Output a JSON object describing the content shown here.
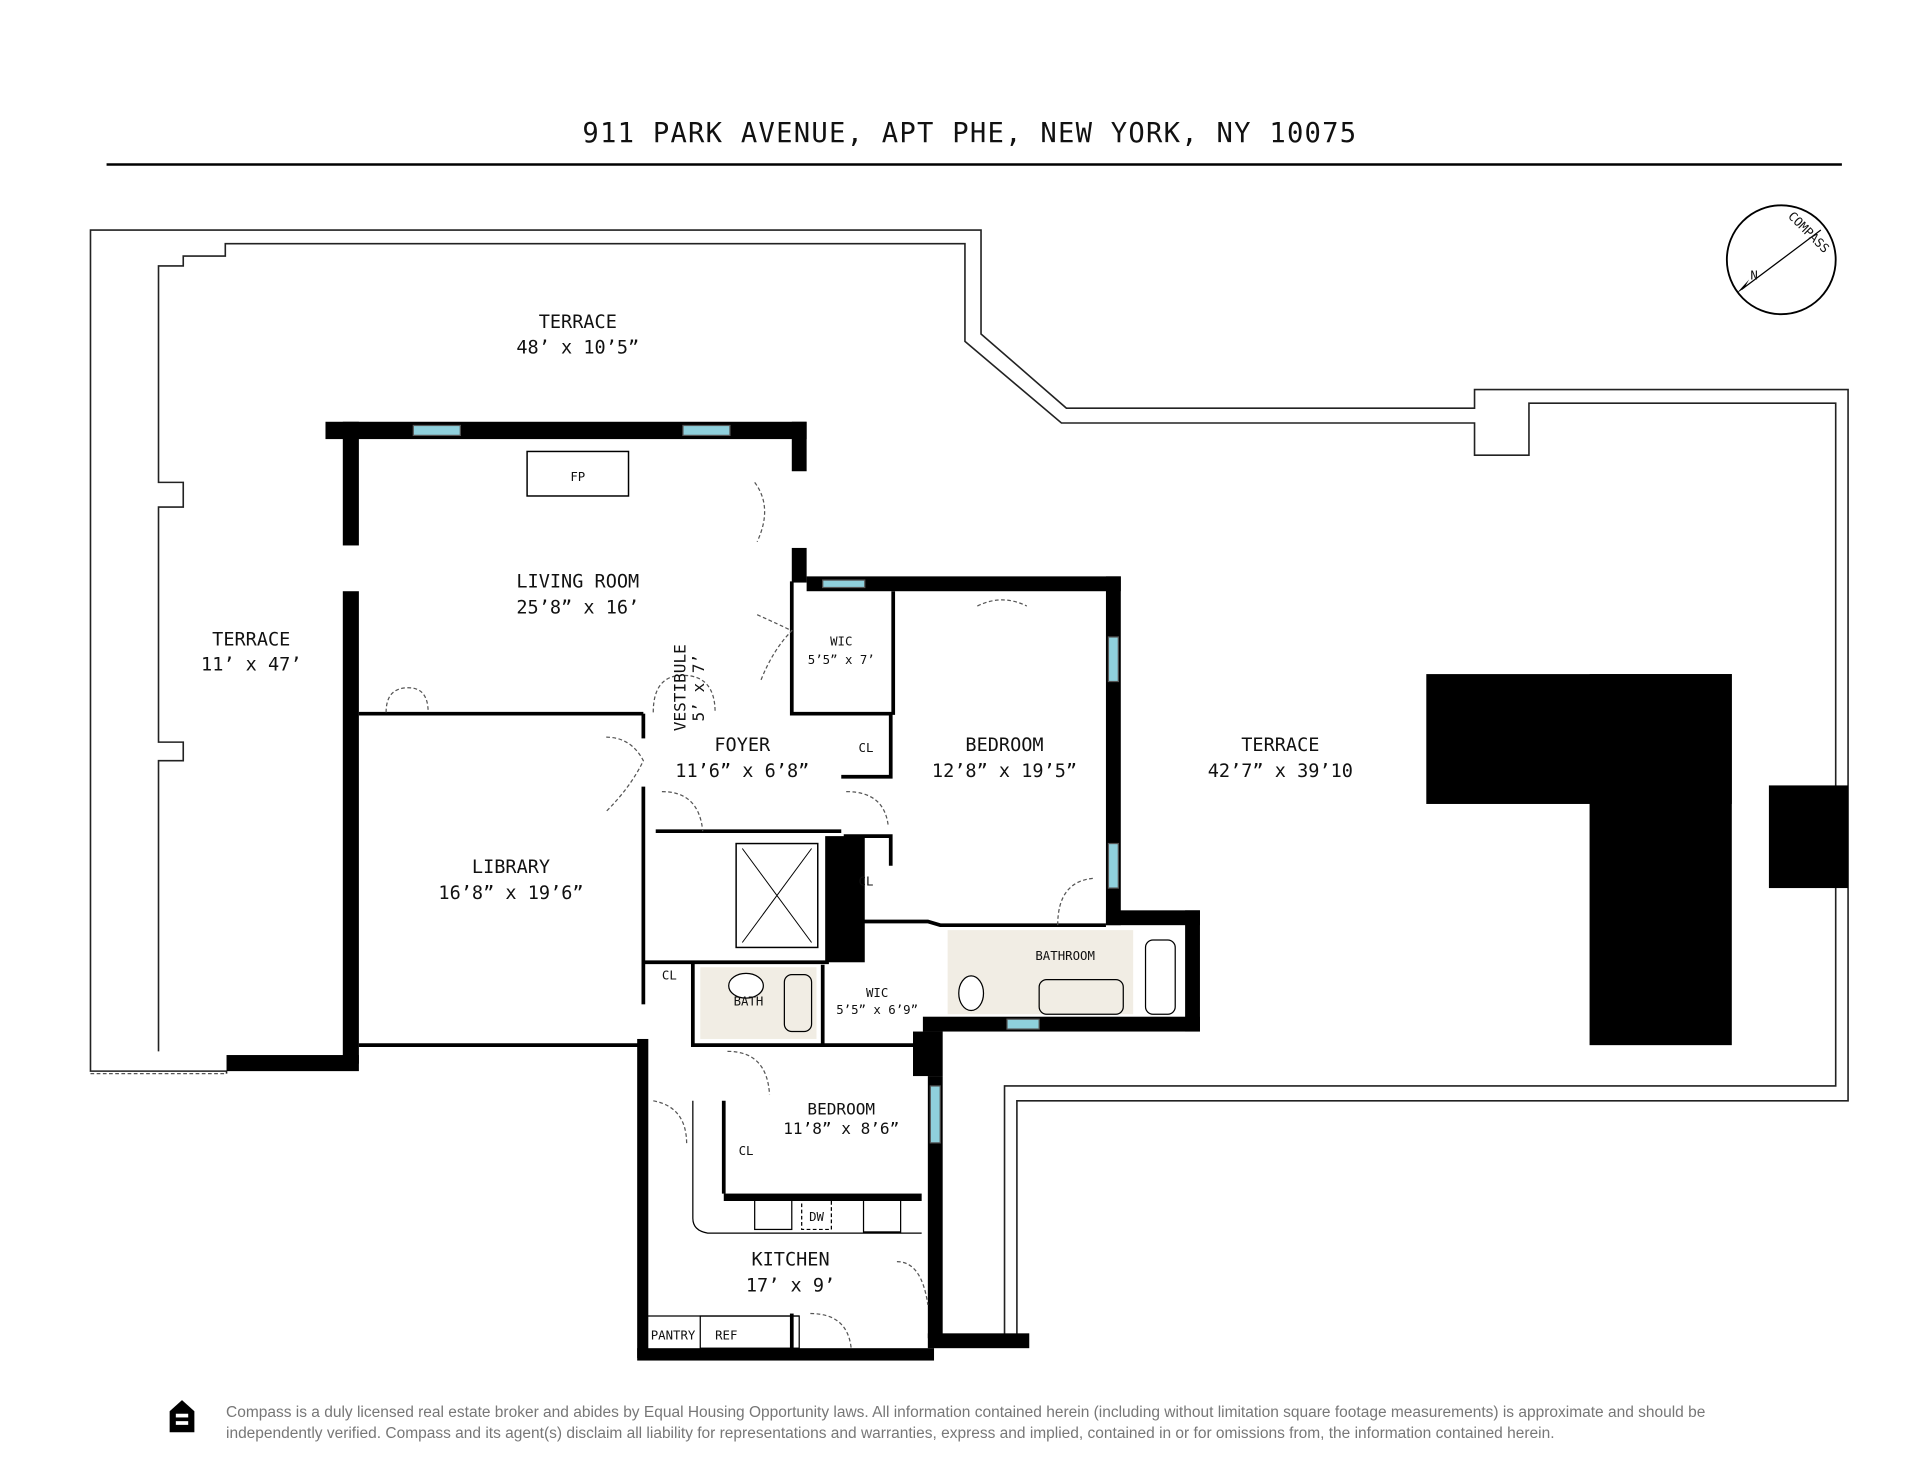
{
  "title": "911 PARK AVENUE, APT PHE, NEW YORK, NY 10075",
  "compass_label": "COMPASS",
  "compass_north": "N",
  "rooms": {
    "terrace_north": {
      "name": "TERRACE",
      "dims": "48’ x 10’5”"
    },
    "terrace_west": {
      "name": "TERRACE",
      "dims": "11’ x 47’"
    },
    "terrace_east": {
      "name": "TERRACE",
      "dims": "42’7” x 39’10"
    },
    "living_room": {
      "name": "LIVING ROOM",
      "dims": "25’8” x 16’"
    },
    "fireplace": {
      "name": "FP"
    },
    "wic_1": {
      "name": "WIC",
      "dims": "5’5” x 7’"
    },
    "foyer": {
      "name": "FOYER",
      "dims": "11’6” x 6’8”"
    },
    "cl_foyer": {
      "name": "CL"
    },
    "bedroom_1": {
      "name": "BEDROOM",
      "dims": "12’8” x 19’5”"
    },
    "library": {
      "name": "LIBRARY",
      "dims": "16’8” x 19’6”"
    },
    "vestibule": {
      "name": "VESTIBULE",
      "dims": "5’ x 7’"
    },
    "cl_2": {
      "name": "CL"
    },
    "cl_3": {
      "name": "CL"
    },
    "bath": {
      "name": "BATH"
    },
    "bathroom": {
      "name": "BATHROOM"
    },
    "wic_2": {
      "name": "WIC",
      "dims": "5’5” x 6’9”"
    },
    "bedroom_2": {
      "name": "BEDROOM",
      "dims": "11’8” x 8’6”"
    },
    "cl_4": {
      "name": "CL"
    },
    "dw": {
      "name": "DW"
    },
    "kitchen": {
      "name": "KITCHEN",
      "dims": "17’ x 9’"
    },
    "pantry": {
      "name": "PANTRY"
    },
    "ref": {
      "name": "REF"
    }
  },
  "eho_logo_text": "EQUAL HOUSING OPPORTUNITY",
  "disclaimer": "Compass is a duly licensed real estate broker and abides by Equal Housing Opportunity laws. All information contained herein (including without limitation square footage measurements) is approximate and should be independently verified. Compass and its agent(s) disclaim all liability for representations and warranties, express and implied, contained in or for omissions from, the information contained herein."
}
